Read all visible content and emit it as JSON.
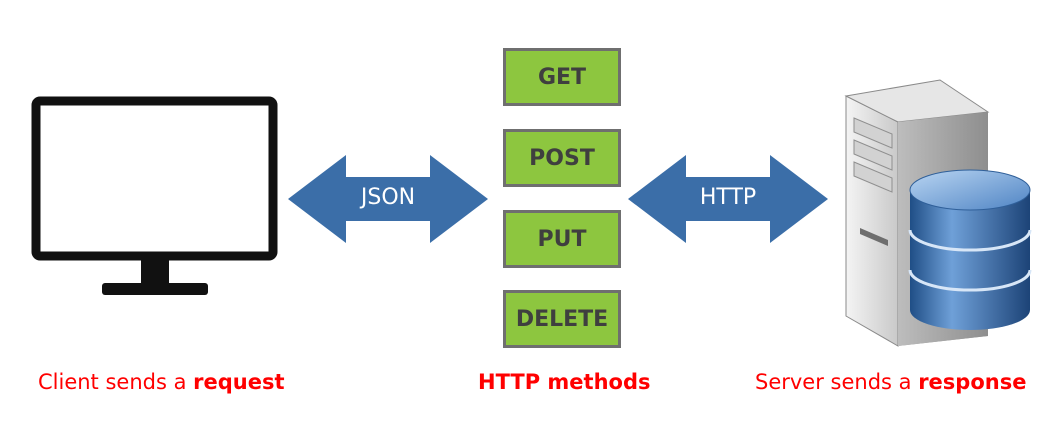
{
  "diagram": {
    "methods": [
      "GET",
      "POST",
      "PUT",
      "DELETE"
    ],
    "left_arrow_label": "JSON",
    "right_arrow_label": "HTTP",
    "client_caption": {
      "text": "Client sends a ",
      "emphasis": "request"
    },
    "methods_caption": "HTTP methods",
    "server_caption": {
      "text": "Server sends a ",
      "emphasis": "response"
    }
  },
  "colors": {
    "method_fill": "#8dc63f",
    "method_border": "#6f6f6f",
    "arrow_fill": "#3b6ea8",
    "caption": "#ff0000"
  },
  "icons": [
    "monitor-icon",
    "server-icon",
    "database-icon"
  ]
}
